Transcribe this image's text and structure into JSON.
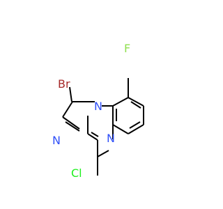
{
  "structure": {
    "atoms": {
      "F": "F",
      "Br": "Br",
      "N_bridge": "N",
      "N_imidazole": "N",
      "N_ring": "N",
      "Cl": "Cl"
    },
    "colors": {
      "bond": "#000000",
      "F": "#90E050",
      "Br": "#A62929",
      "N": "#3050F8",
      "Cl": "#1FF01F"
    }
  }
}
